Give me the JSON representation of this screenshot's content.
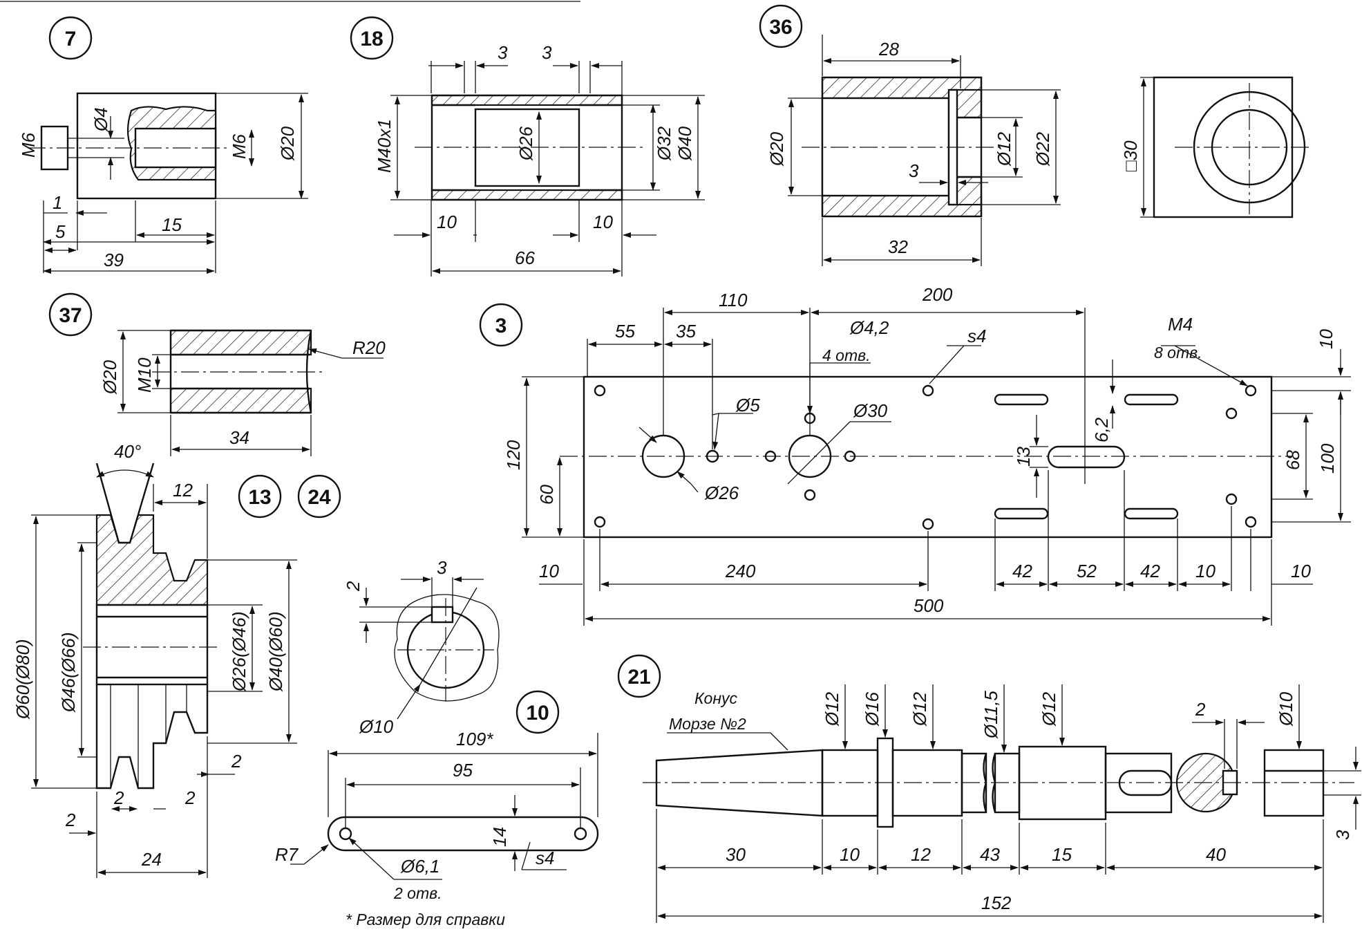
{
  "parts": {
    "p7": {
      "number": "7",
      "dims": [
        "M6",
        "Ø4",
        "M6",
        "Ø20",
        "1",
        "5",
        "15",
        "39"
      ]
    },
    "p18": {
      "number": "18",
      "dims": [
        "3",
        "3",
        "M40x1",
        "Ø26",
        "Ø32",
        "Ø40",
        "10",
        "10",
        "66"
      ]
    },
    "p36": {
      "number": "36",
      "dims": [
        "28",
        "Ø20",
        "Ø12",
        "Ø22",
        "3",
        "32",
        "□30"
      ]
    },
    "p37": {
      "number": "37",
      "dims": [
        "Ø20",
        "M10",
        "R20",
        "34"
      ]
    },
    "p3": {
      "number": "3",
      "dims": [
        "110",
        "200",
        "55",
        "35",
        "Ø4,2",
        "4 отв.",
        "s4",
        "M4",
        "8 отв.",
        "10",
        "Ø5",
        "Ø30",
        "6,2",
        "120",
        "60",
        "13",
        "68",
        "100",
        "Ø26",
        "10",
        "240",
        "42",
        "52",
        "42",
        "10",
        "10",
        "500"
      ]
    },
    "p13": {
      "numbers": [
        "13",
        "24"
      ],
      "dims": [
        "40°",
        "12",
        "Ø60(Ø80)",
        "Ø46(Ø66)",
        "Ø26(Ø46)",
        "Ø40(Ø60)",
        "2",
        "2",
        "2",
        "2",
        "24"
      ]
    },
    "pkey": {
      "dims": [
        "3",
        "2",
        "Ø10"
      ]
    },
    "p10": {
      "number": "10",
      "dims": [
        "109*",
        "95",
        "14",
        "R7",
        "Ø6,1",
        "2 отв.",
        "s4"
      ]
    },
    "p21": {
      "number": "21",
      "dims": [
        "Конус",
        "Морзе №2",
        "Ø12",
        "Ø16",
        "Ø12",
        "Ø11,5",
        "Ø12",
        "Ø10",
        "2",
        "30",
        "10",
        "12",
        "43",
        "15",
        "40",
        "3",
        "152"
      ]
    }
  },
  "footnote": "* Размер для справки"
}
